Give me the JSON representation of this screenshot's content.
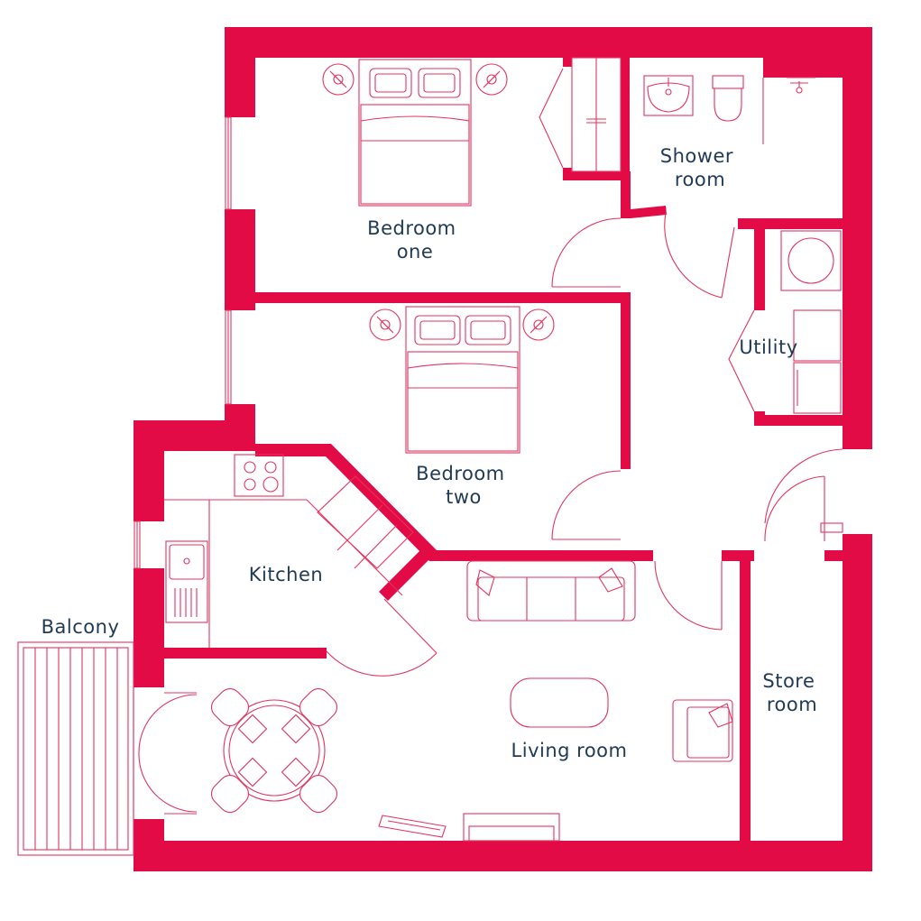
{
  "colors": {
    "wall": "#e30b45",
    "fixture": "#e3335f",
    "label": "#1f3a55",
    "background": "#ffffff"
  },
  "rooms": {
    "bedroom_one": [
      "Bedroom",
      "one"
    ],
    "shower_room": [
      "Shower",
      "room"
    ],
    "utility": [
      "Utility"
    ],
    "bedroom_two": [
      "Bedroom",
      "two"
    ],
    "kitchen": [
      "Kitchen"
    ],
    "balcony": [
      "Balcony"
    ],
    "store_room": [
      "Store",
      "room"
    ],
    "living_room": [
      "Living room"
    ]
  }
}
